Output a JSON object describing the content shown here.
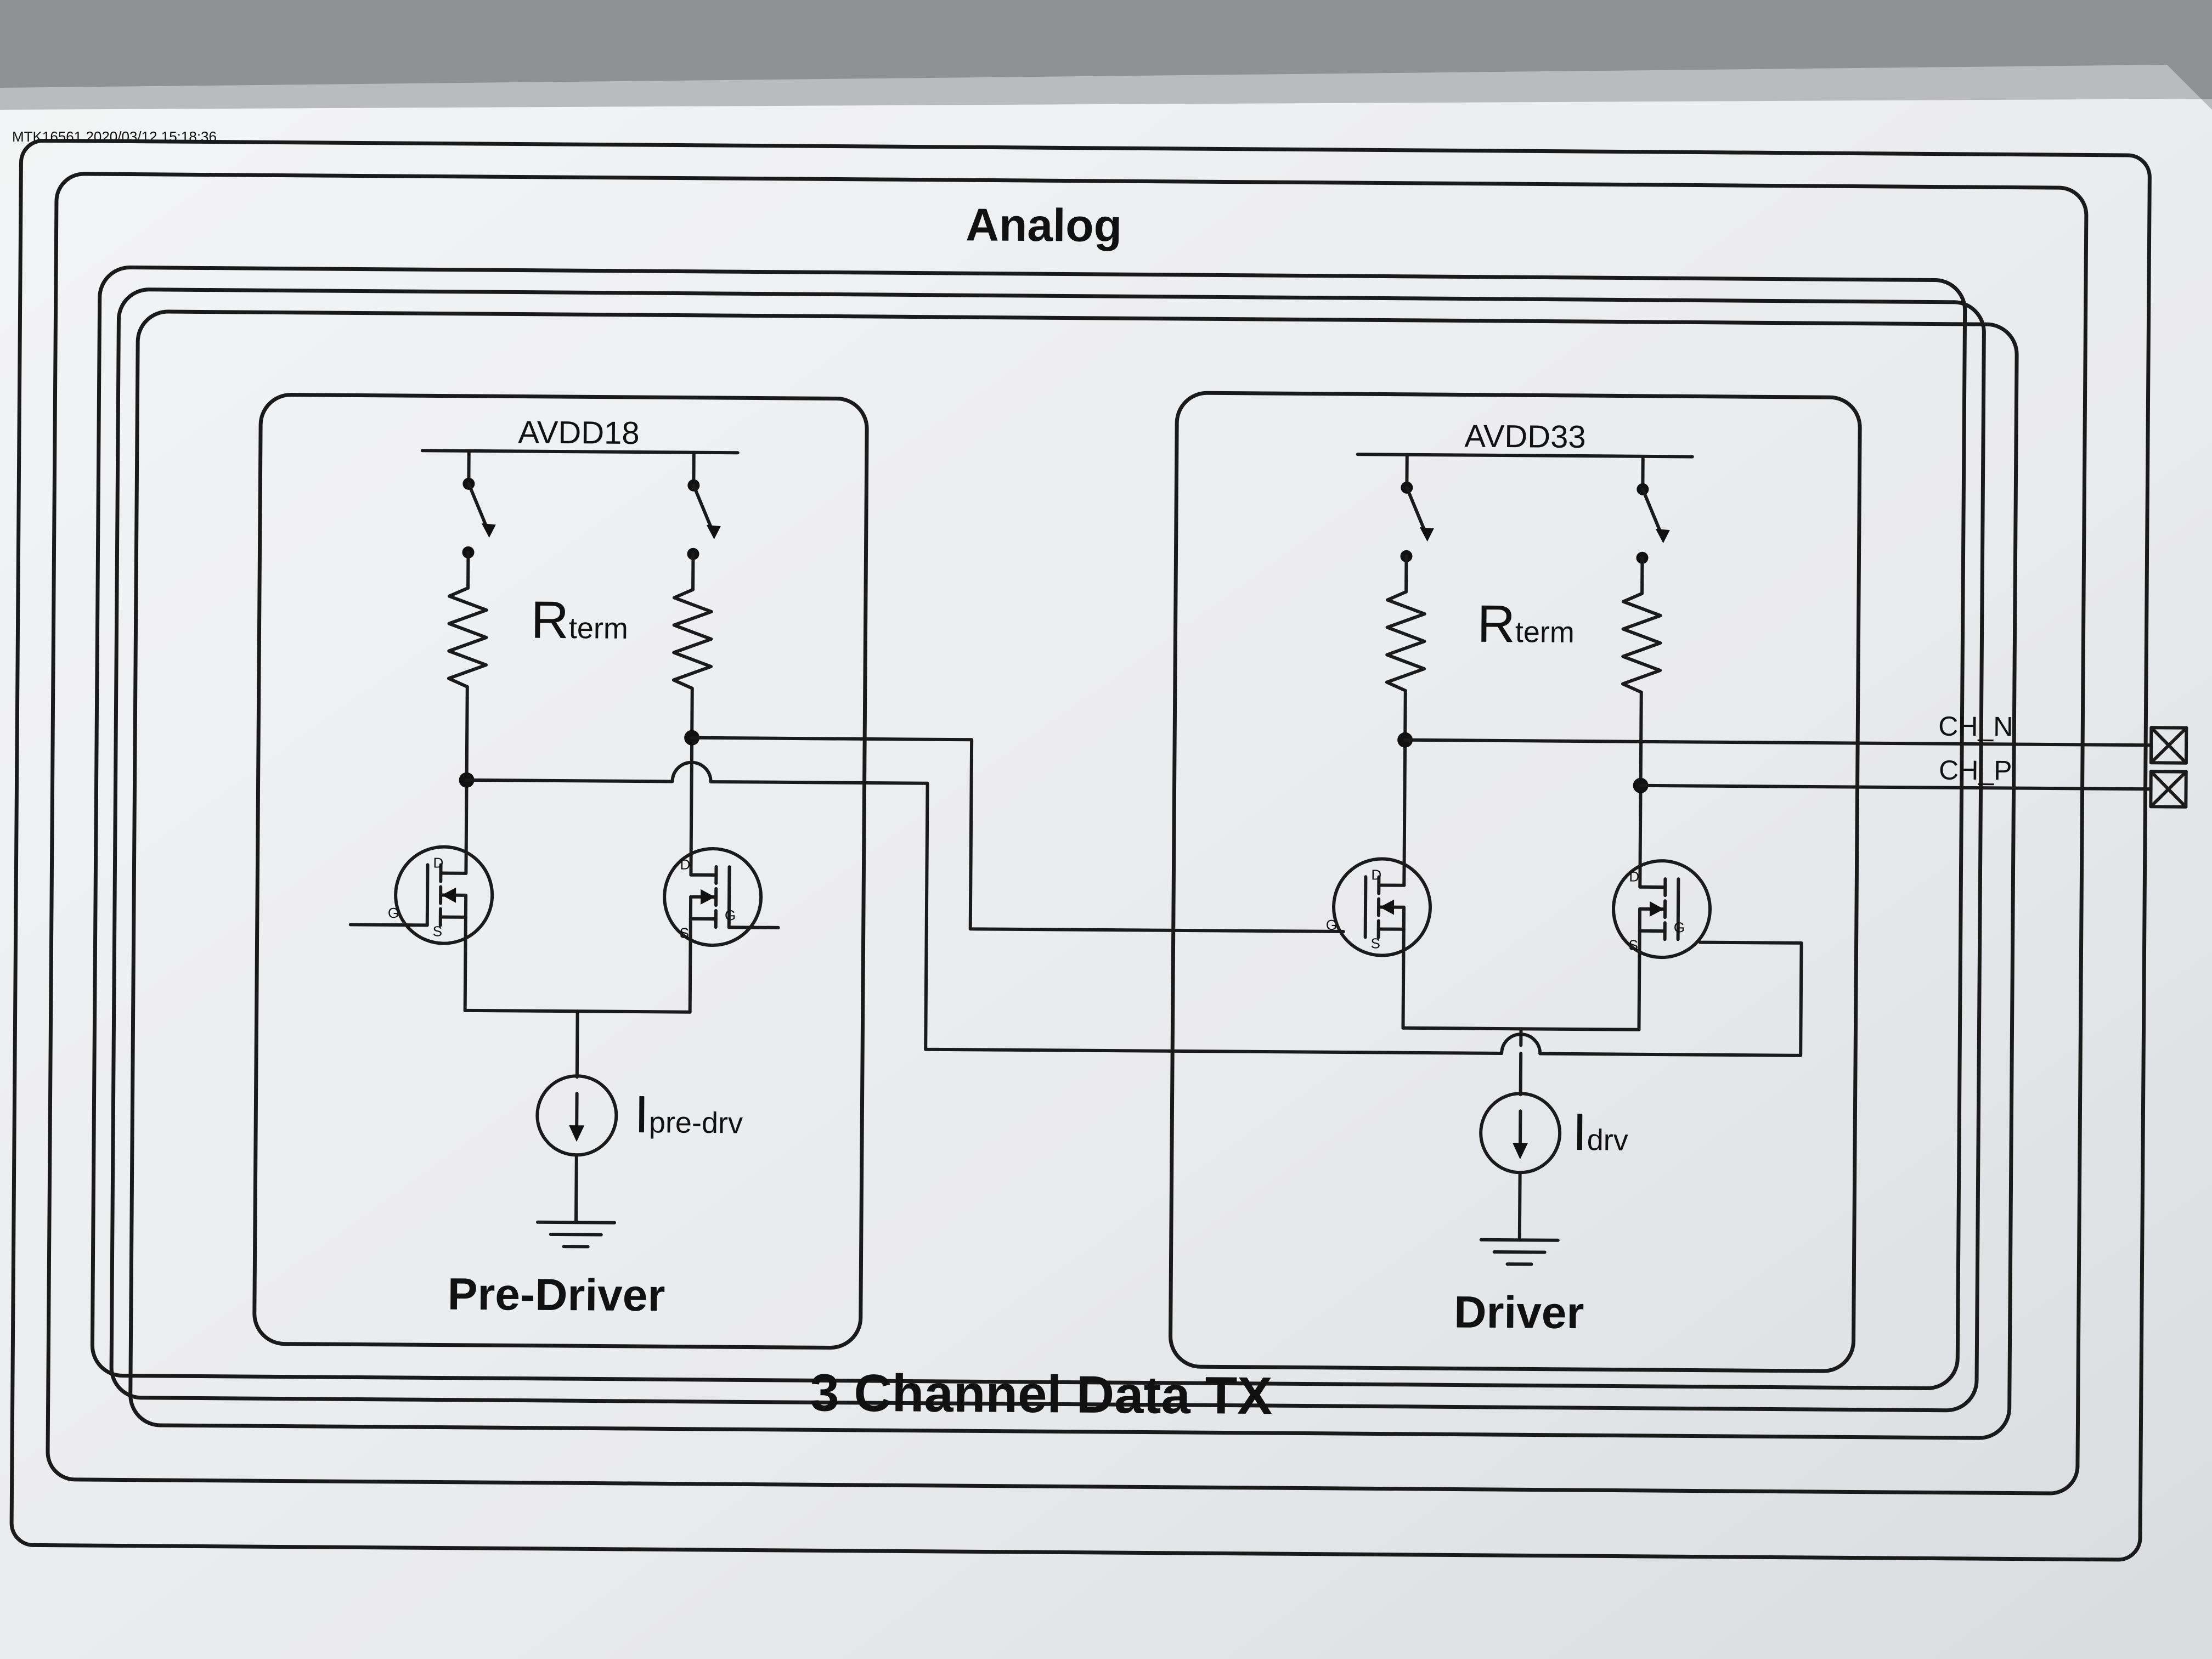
{
  "print_stamp": "MTK16561 2020/03/12 15:18:36",
  "outer_block_title": "Analog",
  "stack_title": "3 Channel Data TX",
  "pre_driver": {
    "title": "Pre-Driver",
    "supply": "AVDD18",
    "resistor_main": "R",
    "resistor_sub": "term",
    "current_main": "I",
    "current_sub": "pre-drv"
  },
  "driver": {
    "title": "Driver",
    "supply": "AVDD33",
    "resistor_main": "R",
    "resistor_sub": "term",
    "current_main": "I",
    "current_sub": "drv"
  },
  "outputs": [
    "CH_N",
    "CH_P"
  ],
  "pin_labels": {
    "drain": "D",
    "gate": "G",
    "source": "S"
  }
}
